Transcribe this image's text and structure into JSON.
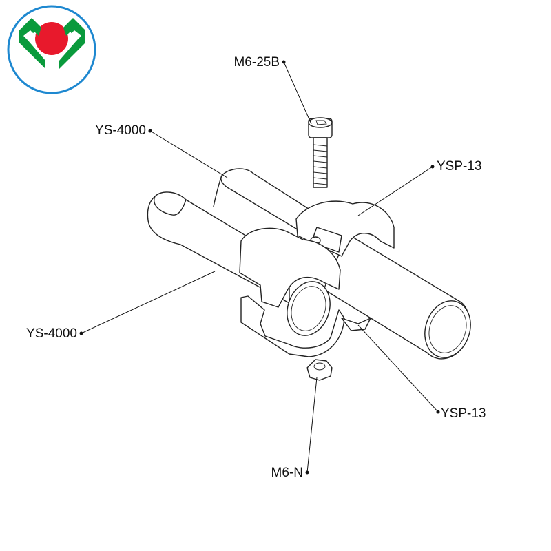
{
  "logo": {
    "ring_color": "#1e88d0",
    "ball_color": "#e8192c",
    "figure_color": "#0a9a3c",
    "icon": "logo-icon"
  },
  "labels": {
    "bolt": "M6-25B",
    "pipe_top": "YS-4000",
    "joint_top": "YSP-13",
    "pipe_bottom": "YS-4000",
    "joint_bottom": "YSP-13",
    "nut": "M6-N"
  }
}
